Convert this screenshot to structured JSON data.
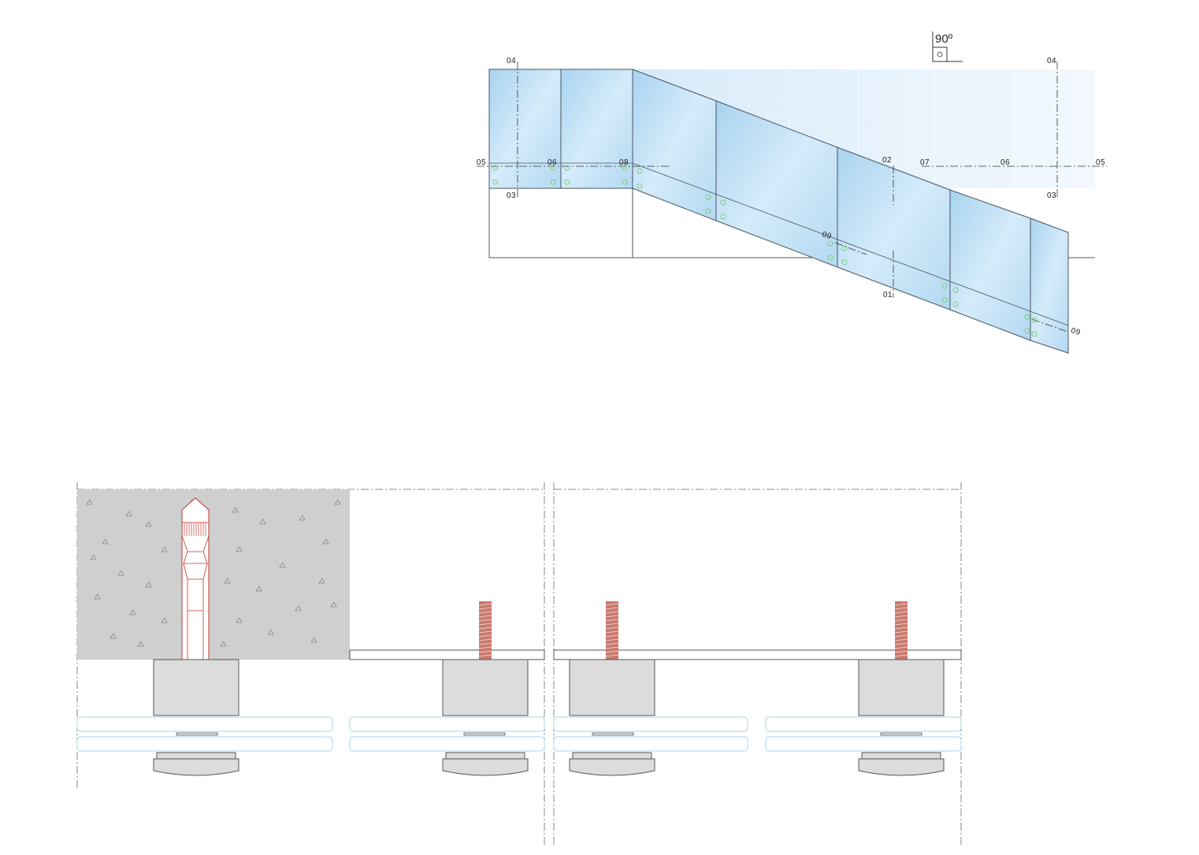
{
  "elevation": {
    "angle_label": "90º",
    "section_labels": {
      "top_left": "04",
      "top_right": "04",
      "bottom_left": "03",
      "bottom_right": "03",
      "left_end": "05",
      "right_end": "05",
      "left_inner": "06",
      "right_inner": "06",
      "corner": "08",
      "upper_mid": "02",
      "lower_mid": "01",
      "right_mid": "07",
      "ramp_a": "09",
      "ramp_b": "09"
    },
    "colors": {
      "glass": "#bfe0f6",
      "glass_edge": "#4a5560",
      "fixing_point": "#7fcf7f"
    }
  },
  "details": {
    "colors": {
      "concrete": "#cfcfcf",
      "anchor_outline": "#c0392b",
      "threaded_rod": "#c97a6e",
      "block": "#dcdcdc",
      "glass_line": "#a9d6e5"
    },
    "items": [
      {
        "name": "concrete-anchor-detail",
        "anchor": "chemical-anchor"
      },
      {
        "name": "threaded-rod-detail-1",
        "anchor": "threaded-rod"
      },
      {
        "name": "threaded-rod-detail-2",
        "anchor": "threaded-rod"
      },
      {
        "name": "threaded-rod-detail-3",
        "anchor": "threaded-rod"
      }
    ]
  }
}
